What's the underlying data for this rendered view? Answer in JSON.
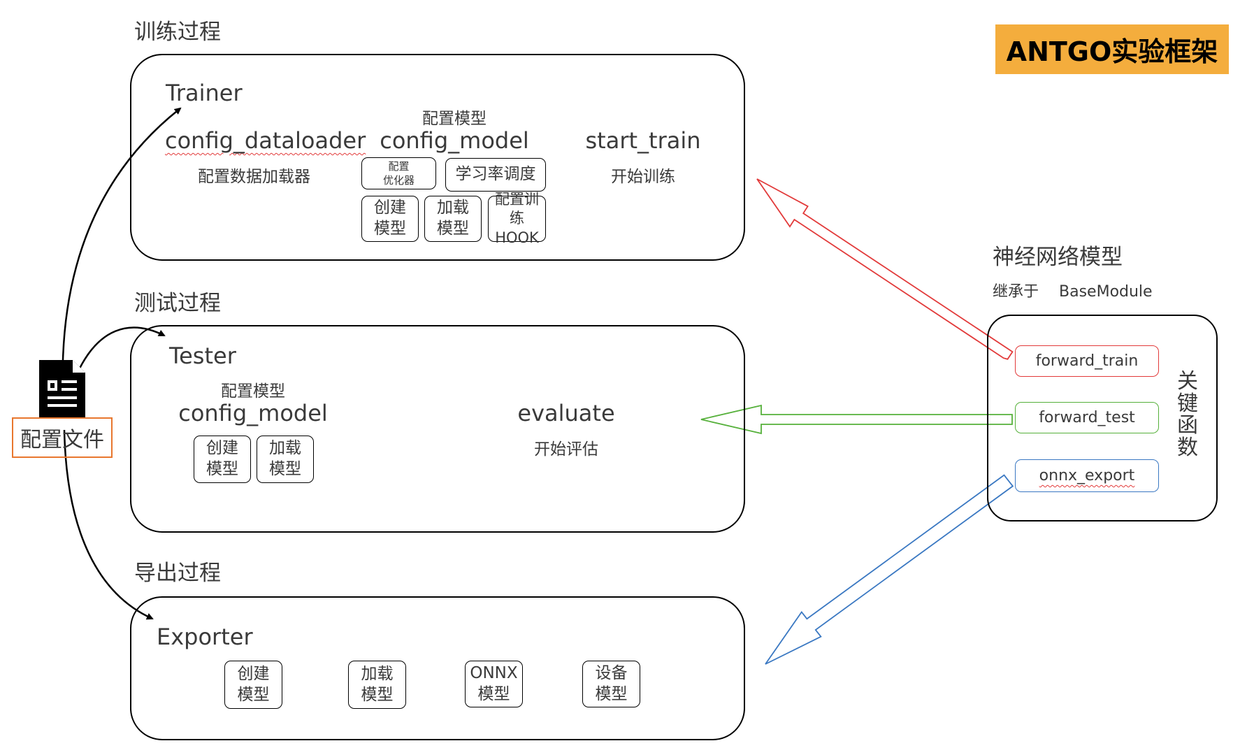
{
  "framework_title": "ANTGO实验框架",
  "colors": {
    "title_bg": "#f4ad3d",
    "train_arrow": "#e23a3a",
    "test_arrow": "#55b03a",
    "export_arrow": "#3a78c2",
    "config_border": "#e8772e"
  },
  "config_file": {
    "label": "配置文件",
    "icon": "document-icon"
  },
  "train": {
    "section_title": "训练过程",
    "class_name": "Trainer",
    "config_dataloader": "config_dataloader",
    "config_dataloader_desc": "配置数据加载器",
    "config_model_caption": "配置模型",
    "config_model": "config_model",
    "start_train": "start_train",
    "start_train_desc": "开始训练",
    "opt_box": [
      "配置",
      "优化器"
    ],
    "lr_box": "学习率调度",
    "create_box": [
      "创建",
      "模型"
    ],
    "load_box": [
      "加载",
      "模型"
    ],
    "hook_box": [
      "配置训练",
      "HOOK"
    ]
  },
  "test": {
    "section_title": "测试过程",
    "class_name": "Tester",
    "config_model_caption": "配置模型",
    "config_model": "config_model",
    "create_box": [
      "创建",
      "模型"
    ],
    "load_box": [
      "加载",
      "模型"
    ],
    "evaluate": "evaluate",
    "evaluate_desc": "开始评估"
  },
  "export": {
    "section_title": "导出过程",
    "class_name": "Exporter",
    "create_box": [
      "创建",
      "模型"
    ],
    "load_box": [
      "加载",
      "模型"
    ],
    "onnx_box": [
      "ONNX",
      "模型"
    ],
    "device_box": [
      "设备",
      "模型"
    ]
  },
  "model": {
    "title": "神经网络模型",
    "inherit_label": "继承于",
    "base_class": "BaseModule",
    "key_functions_label": [
      "关",
      "键",
      "函",
      "数"
    ],
    "forward_train": "forward_train",
    "forward_test": "forward_test",
    "onnx_export": "onnx_export"
  }
}
